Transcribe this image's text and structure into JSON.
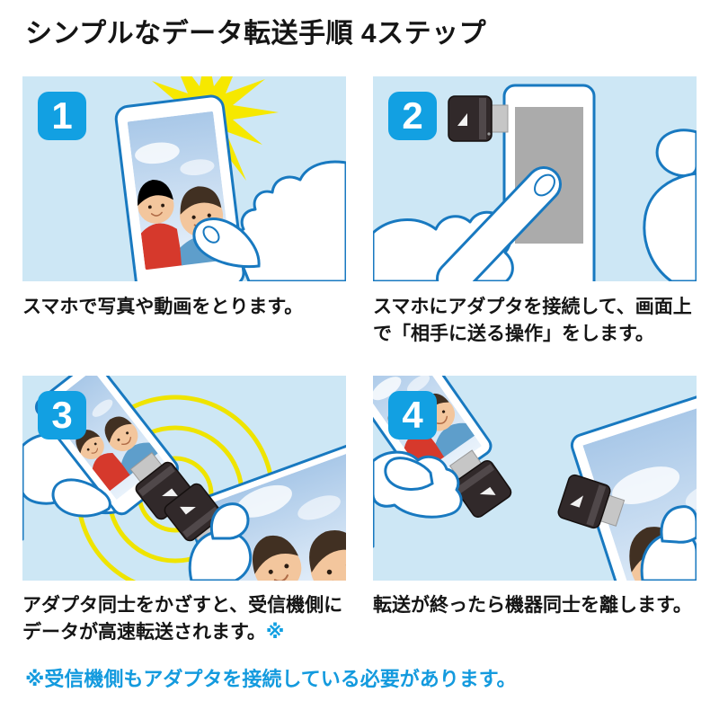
{
  "title": "シンプルなデータ転送手順 4ステップ",
  "steps": [
    {
      "number": "1",
      "caption": "スマホで写真や動画をとります。"
    },
    {
      "number": "2",
      "caption": "スマホにアダプタを接続して、画面上で「相手に送る操作」をします。"
    },
    {
      "number": "3",
      "caption": "アダプタ同士をかざすと、受信機側にデータが高速転送されます。",
      "note_mark": "※"
    },
    {
      "number": "4",
      "caption": "転送が終ったら機器同士を離します。"
    }
  ],
  "footnote": "※受信機側もアダプタを接続している必要があります。",
  "colors": {
    "panel_background": "#cde7f5",
    "badge_blue": "#12a0e2",
    "footnote_blue": "#139ade",
    "outline_blue": "#1879c0",
    "flash_yellow": "#f6e800",
    "wave_yellow": "#efe400",
    "screen_gray": "#ababab",
    "adapter_dark": "#31292a",
    "text_black": "#151515"
  }
}
